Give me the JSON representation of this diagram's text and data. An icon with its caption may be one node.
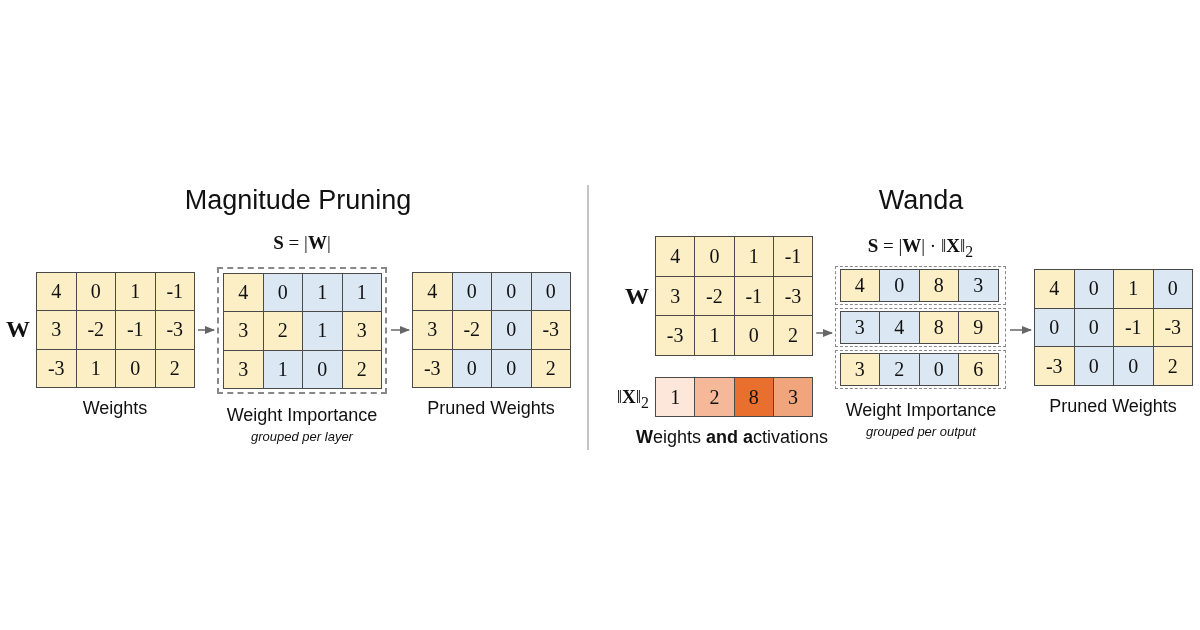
{
  "diagram": {
    "nodes": [
      {
        "text": [
          "Weights"
        ],
        "beside": [
          "W"
        ]
      },
      {
        "text": [
          "4"
        ],
        "in": 0
      },
      {
        "text": [
          "0"
        ],
        "in": 0
      },
      {
        "text": [
          "1"
        ],
        "in": 0
      },
      {
        "text": [
          "-1"
        ],
        "in": 0
      },
      {
        "text": [
          "3"
        ],
        "in": 0
      },
      {
        "text": [
          "-2"
        ],
        "in": 0
      },
      {
        "text": [
          "-1"
        ],
        "in": 0
      },
      {
        "text": [
          "-3"
        ],
        "in": 0
      },
      {
        "text": [
          "-3"
        ],
        "in": 0
      },
      {
        "text": [
          "1"
        ],
        "in": 0
      },
      {
        "text": [
          "0"
        ],
        "in": 0
      },
      {
        "text": [
          "2"
        ],
        "in": 0
      },
      {
        "text": [
          "Weight Importance",
          "grouped per layer"
        ],
        "beside": [
          "**S** = |**W**|"
        ]
      },
      {
        "text": [
          "4"
        ],
        "in": 13
      },
      {
        "text": [
          "0"
        ],
        "in": 13
      },
      {
        "text": [
          "1"
        ],
        "in": 13
      },
      {
        "text": [
          "1"
        ],
        "in": 13
      },
      {
        "text": [
          "3"
        ],
        "in": 13
      },
      {
        "text": [
          "2"
        ],
        "in": 13
      },
      {
        "text": [
          "1"
        ],
        "in": 13
      },
      {
        "text": [
          "3"
        ],
        "in": 13
      },
      {
        "text": [
          "3"
        ],
        "in": 13
      },
      {
        "text": [
          "1"
        ],
        "in": 13
      },
      {
        "text": [
          "0"
        ],
        "in": 13
      },
      {
        "text": [
          "2"
        ],
        "in": 13
      },
      {
        "text": [
          "Pruned Weights"
        ]
      },
      {
        "text": [
          "4"
        ],
        "in": 26
      },
      {
        "text": [
          "0"
        ],
        "in": 26
      },
      {
        "text": [
          "0"
        ],
        "in": 26
      },
      {
        "text": [
          "0"
        ],
        "in": 26
      },
      {
        "text": [
          "3"
        ],
        "in": 26
      },
      {
        "text": [
          "-2"
        ],
        "in": 26
      },
      {
        "text": [
          "0"
        ],
        "in": 26
      },
      {
        "text": [
          "-3"
        ],
        "in": 26
      },
      {
        "text": [
          "-3"
        ],
        "in": 26
      },
      {
        "text": [
          "0"
        ],
        "in": 26
      },
      {
        "text": [
          "0"
        ],
        "in": 26
      },
      {
        "text": [
          "2"
        ],
        "in": 26
      },
      {
        "text": [],
        "shape": "box",
        "beside": [
          "W"
        ]
      },
      {
        "text": [
          "4"
        ],
        "in": 39
      },
      {
        "text": [
          "0"
        ],
        "in": 39
      },
      {
        "text": [
          "1"
        ],
        "in": 39
      },
      {
        "text": [
          "-1"
        ],
        "in": 39
      },
      {
        "text": [
          "3"
        ],
        "in": 39
      },
      {
        "text": [
          "-2"
        ],
        "in": 39
      },
      {
        "text": [
          "-1"
        ],
        "in": 39
      },
      {
        "text": [
          "-3"
        ],
        "in": 39
      },
      {
        "text": [
          "-3"
        ],
        "in": 39
      },
      {
        "text": [
          "1"
        ],
        "in": 39
      },
      {
        "text": [
          "0"
        ],
        "in": 39
      },
      {
        "text": [
          "2"
        ],
        "in": 39
      },
      {
        "text": [
          "**W**eights **and a**ctivations"
        ],
        "beside": [
          "‖**X**‖$_{2}$"
        ]
      },
      {
        "text": [
          "1"
        ],
        "in": 52
      },
      {
        "text": [
          "2"
        ],
        "in": 52
      },
      {
        "text": [
          "8"
        ],
        "in": 52
      },
      {
        "text": [
          "3"
        ],
        "in": 52
      },
      {
        "text": [
          "Weight Importance",
          "grouped per output"
        ],
        "beside": [
          "**S** = |**W**| · ‖**X**‖$_{2}$"
        ]
      },
      {
        "text": [],
        "shape": "box",
        "in": 57
      },
      {
        "text": [
          "4"
        ],
        "in": 58
      },
      {
        "text": [
          "0"
        ],
        "in": 58
      },
      {
        "text": [
          "8"
        ],
        "in": 58
      },
      {
        "text": [
          "3"
        ],
        "in": 58
      },
      {
        "text": [],
        "shape": "box",
        "in": 57
      },
      {
        "text": [
          "3"
        ],
        "in": 63
      },
      {
        "text": [
          "4"
        ],
        "in": 63
      },
      {
        "text": [
          "8"
        ],
        "in": 63
      },
      {
        "text": [
          "9"
        ],
        "in": 63
      },
      {
        "text": [],
        "shape": "box",
        "in": 57
      },
      {
        "text": [
          "3"
        ],
        "in": 68
      },
      {
        "text": [
          "2"
        ],
        "in": 68
      },
      {
        "text": [
          "0"
        ],
        "in": 68
      },
      {
        "text": [
          "6"
        ],
        "in": 68
      },
      {
        "text": [
          "Pruned Weights"
        ]
      },
      {
        "text": [
          "4"
        ],
        "in": 73
      },
      {
        "text": [
          "0"
        ],
        "in": 73
      },
      {
        "text": [
          "1"
        ],
        "in": 73
      },
      {
        "text": [
          "0"
        ],
        "in": 73
      },
      {
        "text": [
          "0"
        ],
        "in": 73
      },
      {
        "text": [
          "0"
        ],
        "in": 73
      },
      {
        "text": [
          "-1"
        ],
        "in": 73
      },
      {
        "text": [
          "-3"
        ],
        "in": 73
      },
      {
        "text": [
          "-3"
        ],
        "in": 73
      },
      {
        "text": [
          "0"
        ],
        "in": 73
      },
      {
        "text": [
          "0"
        ],
        "in": 73
      },
      {
        "text": [
          "2"
        ],
        "in": 73
      }
    ],
    "edges": [
      {
        "from": 0,
        "to": 13,
        "arrow": "to"
      },
      {
        "from": 13,
        "to": 26,
        "arrow": "to"
      },
      {
        "from": 39,
        "to": 57,
        "arrow": "to"
      },
      {
        "from": 57,
        "to": 73,
        "arrow": "to"
      }
    ],
    "labels": [
      "Magnitude Pruning",
      "Wanda"
    ]
  }
}
